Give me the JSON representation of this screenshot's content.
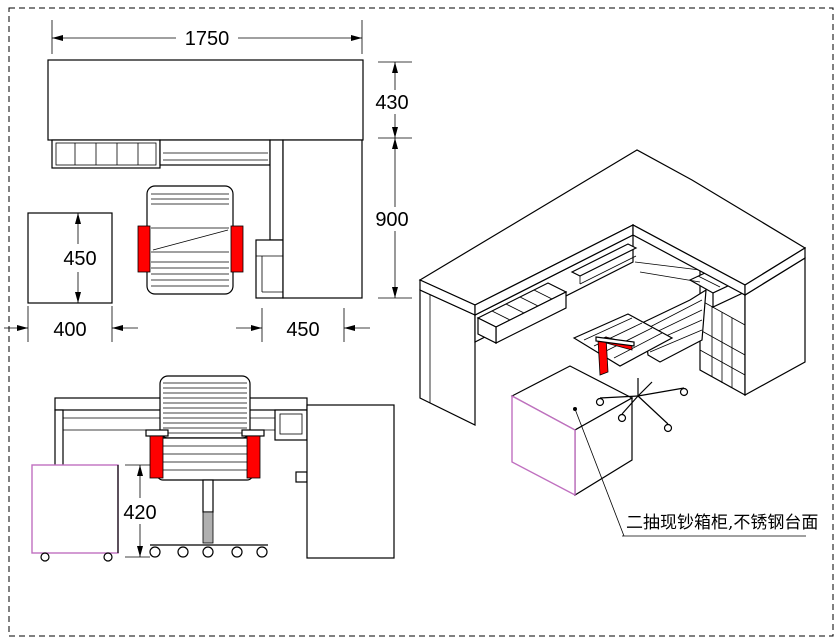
{
  "dimensions": {
    "plan_width": "1750",
    "plan_depth_main": "430",
    "plan_depth_return": "900",
    "cabinet_depth": "450",
    "cabinet_width": "400",
    "return_width": "450",
    "cabinet_height": "420"
  },
  "annotation": {
    "label": "二抽现钞箱柜,不锈钢台面"
  },
  "colors": {
    "line": "#000000",
    "armrest": "#ff0000",
    "cabinet_outline": "#c070c0",
    "gas_lift": "#b0b0b0"
  }
}
